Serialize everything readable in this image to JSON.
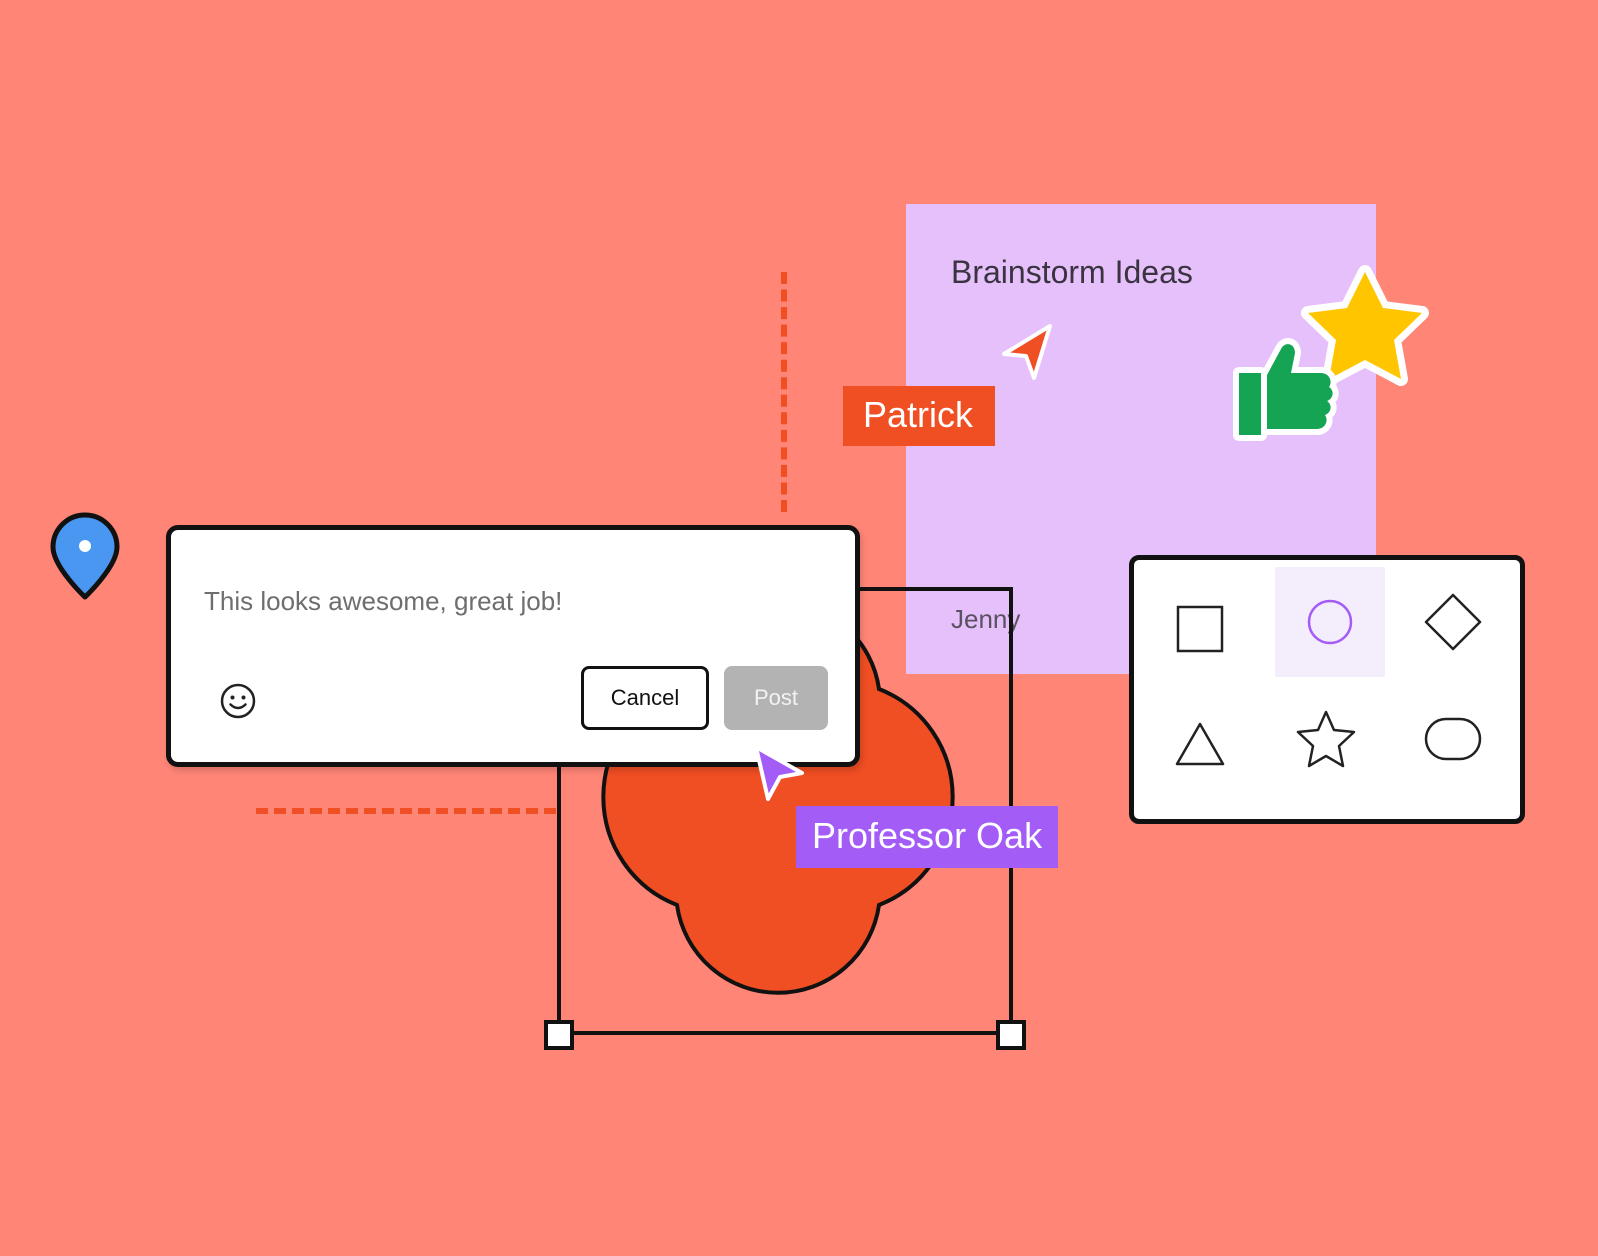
{
  "canvas": {
    "background": "#ff8577",
    "accent_orange": "#f04e23",
    "accent_purple": "#a45cf7"
  },
  "sticky_note": {
    "title": "Brainstorm Ideas",
    "author": "Jenny",
    "color": "#e6c0fb"
  },
  "stickers": [
    {
      "icon": "star-sticker-icon",
      "color": "#ffc600"
    },
    {
      "icon": "thumbs-up-sticker-icon",
      "color": "#14a454"
    }
  ],
  "collaborators": [
    {
      "name": "Patrick",
      "color": "#f04e23"
    },
    {
      "name": "Professor Oak",
      "color": "#a45cf7"
    }
  ],
  "comment": {
    "text": "This looks awesome, great job!",
    "emoji_icon": "smiley-icon",
    "cancel_label": "Cancel",
    "post_label": "Post"
  },
  "shape_picker": {
    "shapes": [
      {
        "icon": "square-icon"
      },
      {
        "icon": "circle-icon",
        "selected": true
      },
      {
        "icon": "diamond-icon"
      },
      {
        "icon": "triangle-icon"
      },
      {
        "icon": "star-icon"
      },
      {
        "icon": "rounded-rectangle-icon"
      }
    ],
    "selected_color": "#a45cf7"
  },
  "map_pin": {
    "icon": "map-pin-icon",
    "color": "#4a97f2"
  }
}
